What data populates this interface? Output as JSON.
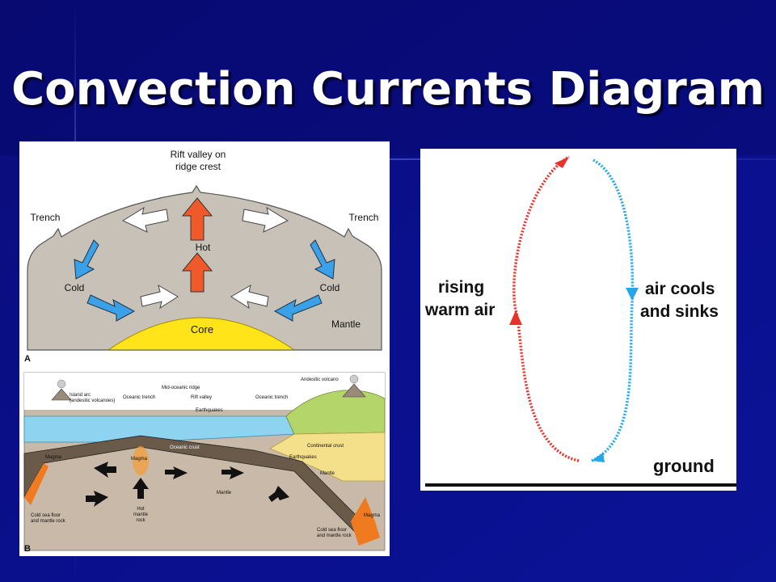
{
  "slide": {
    "title": "Convection Currents Diagram",
    "colors": {
      "background": "#0a0f8a",
      "title": "#ffffff",
      "warm": "#e8312a",
      "cool": "#22a7e8"
    }
  },
  "diagram_a": {
    "panel_letter": "A",
    "labels": {
      "rift": [
        "Rift valley on",
        "ridge crest"
      ],
      "trench_left": "Trench",
      "trench_right": "Trench",
      "hot": "Hot",
      "cold_left": "Cold",
      "cold_right": "Cold",
      "core": "Core",
      "mantle": "Mantle"
    }
  },
  "diagram_b": {
    "panel_letter": "B",
    "labels": {
      "island_arc": [
        "Island arc",
        "(andesitic volcanoes)"
      ],
      "oceanic_trench_left": "Oceanic trench",
      "mid_ocean_ridge": "Mid-oceanic ridge",
      "rift_valley": "Rift valley",
      "oceanic_trench_right": "Oceanic trench",
      "andesitic_volcano": "Andesitic volcano",
      "earthquakes_ridge": "Earthquakes",
      "continental_crust": "Continental crust",
      "magma_left": "Magma",
      "magma_center": "Magma",
      "oceanic_crust": "Oceanic crust",
      "earthquakes_right": "Earthquakes",
      "mantle_right": "Mantle",
      "magma_right": "Magma",
      "mantle_center": "Mantle",
      "cold_sea_left": [
        "Cold sea floor",
        "and mantle rock"
      ],
      "hot_mantle": [
        "Hot",
        "mantle",
        "rock"
      ],
      "cold_sea_right": [
        "Cold sea floor",
        "and mantle rock"
      ]
    }
  },
  "diagram_c": {
    "labels": {
      "rising": [
        "rising",
        "warm air"
      ],
      "sinking": [
        "air cools",
        "and sinks"
      ],
      "ground": "ground"
    }
  }
}
